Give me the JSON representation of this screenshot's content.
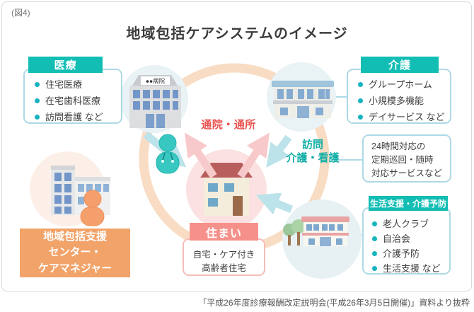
{
  "figure_label": "(図4)",
  "title": "地域包括ケアシステムのイメージ",
  "caption": "「平成26年度診療報酬改定説明会(平成26年3月5日開催)」資料より抜粋",
  "hospital_sign": "●●病院",
  "flow_labels": {
    "outpatient": "通院・通所",
    "visit": "訪問\n介護・看護"
  },
  "boxes": {
    "medical": {
      "header": "医療",
      "items": [
        "住宅医療",
        "在宅歯科医療",
        "訪問看護 など"
      ]
    },
    "nursing": {
      "header": "介護",
      "items": [
        "グループホーム",
        "小規模多機能",
        "デイサービス など"
      ]
    },
    "service24": {
      "text": "24時間対応の\n定期巡回・随時\n対応サービスなど"
    },
    "life_support": {
      "header": "生活支援・介護予防",
      "items": [
        "老人クラブ",
        "自治会",
        "介護予防",
        "生活支援 など"
      ]
    },
    "housing": {
      "header": "住まい",
      "body": "自宅・ケア付き\n高齢者住宅"
    },
    "support_center": {
      "label": "地域包括支援\nセンター・\nケアマネジャー"
    }
  },
  "colors": {
    "teal_header": "#12bdb4",
    "teal_label_text": "#14afa7",
    "red_label_text": "#e9524e",
    "box_border": "#aed9e6",
    "pink_header": "#f5918a",
    "pink_box_border": "#f5bdb9",
    "orange_box": "#f2a369",
    "ring": "#f8dcc3",
    "pink_arrow": "#f7c9cb",
    "teal_arrow": "#bbe3e9",
    "blue_circle": "#e9f2f5",
    "pink_circle": "#fbe1e1",
    "peach_circle": "#fcefe7"
  }
}
